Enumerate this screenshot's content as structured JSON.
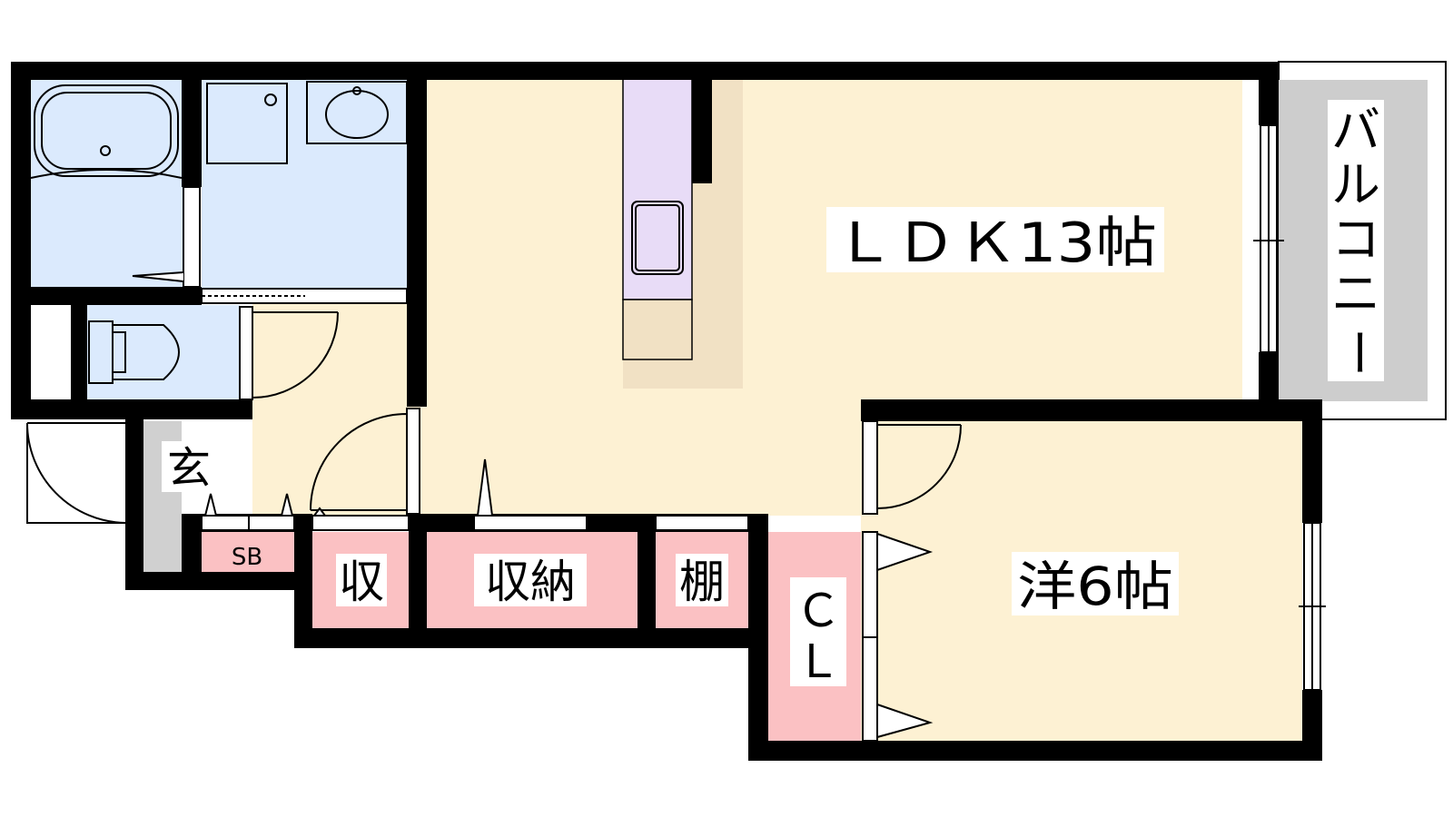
{
  "colors": {
    "wall": "#000000",
    "living": "#fdf1d3",
    "kitchen_counter": "#e8dcf7",
    "kitchen_floor": "#f1e1c4",
    "wet_area": "#dbeafd",
    "storage": "#fbc1c3",
    "balcony": "#cdcdcd",
    "entrance": "#d0d0d0"
  },
  "rooms": {
    "ldk": "ＬＤＫ13帖",
    "western": "洋6帖",
    "balcony": [
      "バ",
      "ル",
      "コ",
      "ニ",
      "ー"
    ],
    "entrance": "玄",
    "shoe_box": "SB",
    "storage_small": "収",
    "storage": "収納",
    "shelf": "棚",
    "closet": [
      "Ｃ",
      "Ｌ"
    ]
  },
  "icons": [
    "bathtub-icon",
    "washing-machine-icon",
    "wash-basin-icon",
    "toilet-icon",
    "kitchen-sink-icon"
  ]
}
